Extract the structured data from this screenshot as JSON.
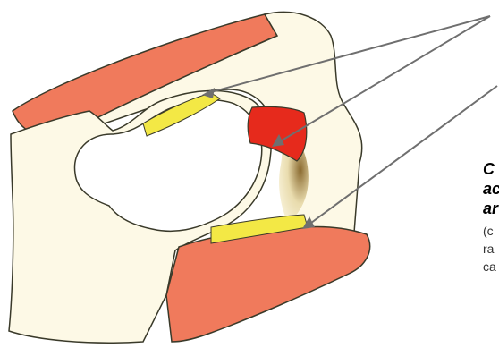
{
  "diagram": {
    "colors": {
      "bone_fill": "#fdf9e6",
      "outline": "#3a3a2a",
      "cartilage": "#f07a5c",
      "ligament": "#f3e845",
      "disc": "#e62a1c",
      "arrow": "#6f6f6f"
    },
    "caption": {
      "title_lines": [
        "C",
        "ac",
        "ar"
      ],
      "body_lines": [
        "(c",
        "ra",
        "ca"
      ]
    }
  }
}
